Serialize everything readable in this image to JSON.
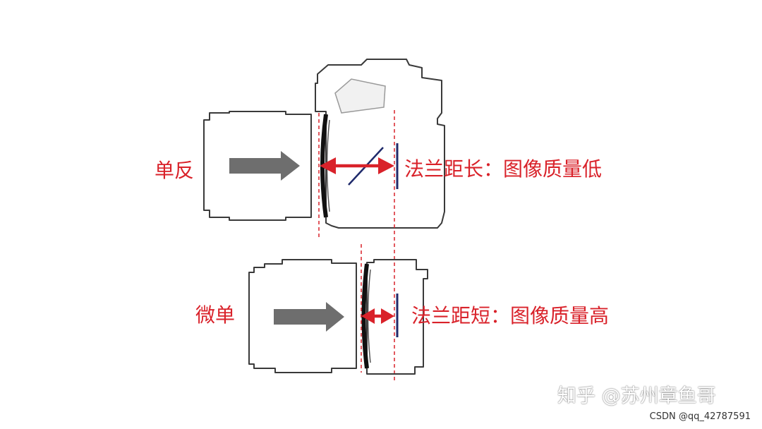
{
  "labels": {
    "dslr": "单反",
    "mirrorless": "微单"
  },
  "captions": {
    "dslr": "法兰距长：图像质量低",
    "mirrorless": "法兰距短：图像质量高"
  },
  "watermarks": {
    "zhihu": "知乎 @苏州章鱼哥",
    "csdn": "CSDN @qq_42787591"
  },
  "colors": {
    "accent_red": "#d9222a",
    "sensor_blue": "#1f2a6b",
    "arrow_gray": "#6e6e6e",
    "outline": "#3a3a3a",
    "mount_black": "#111111"
  }
}
